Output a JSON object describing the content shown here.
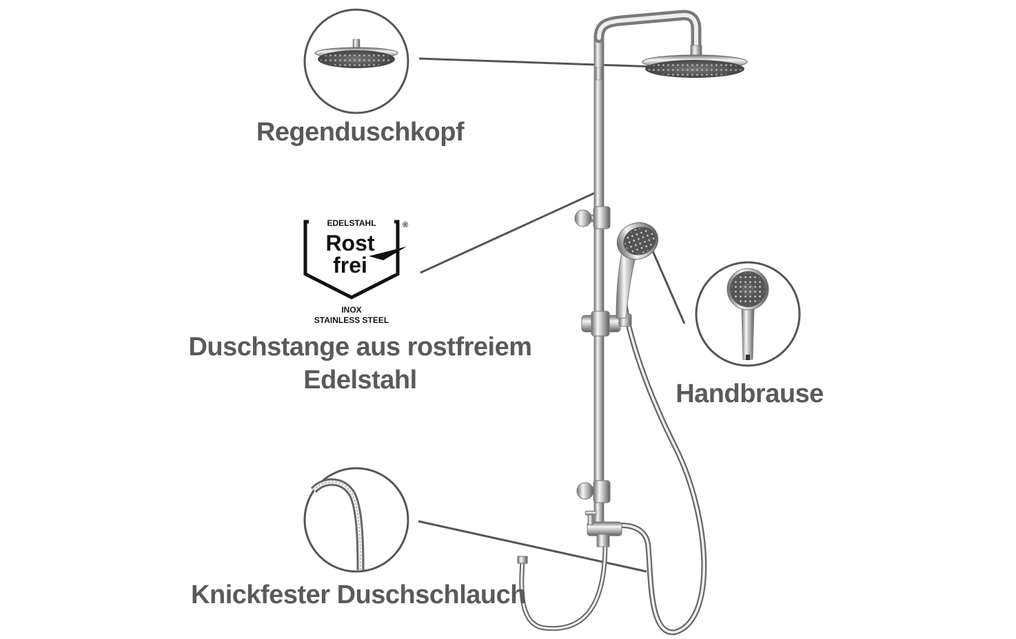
{
  "labels": {
    "rain_shower_head": "Regenduschkopf",
    "shower_bar_line1": "Duschstange aus rostfreiem",
    "shower_bar_line2": "Edelstahl",
    "hand_shower": "Handbrause",
    "hose": "Knickfester Duschschlauch"
  },
  "logo": {
    "top_text": "EDELSTAHL",
    "registered": "®",
    "word1": "Rost",
    "word2": "frei",
    "inox": "INOX",
    "stainless": "STAINLESS STEEL"
  },
  "colors": {
    "text": "#5a5a5a",
    "circle": "#555555",
    "callout_line": "#555555",
    "chrome_dark": "#6e6e6e",
    "chrome_light": "#f2f2f2"
  },
  "icons": [
    "rain-shower-head-icon",
    "hand-shower-icon",
    "hose-bend-icon",
    "rostfrei-logo-icon",
    "shower-system-icon"
  ]
}
